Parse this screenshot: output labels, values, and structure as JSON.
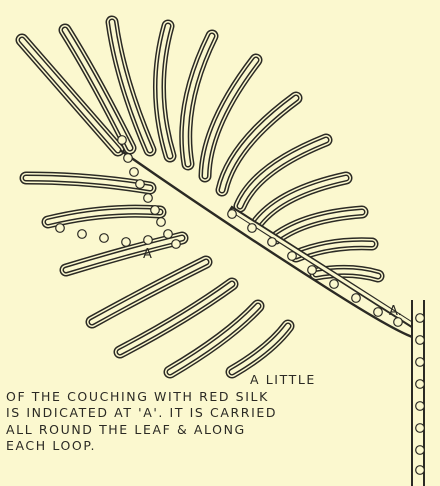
{
  "labels": {
    "a_left": "A",
    "a_right": "A."
  },
  "caption": {
    "line1": "A LITTLE",
    "line2": "OF THE COUCHING WITH RED SILK",
    "line3": "IS INDICATED AT 'A'. IT IS CARRIED",
    "line4": "ALL ROUND THE LEAF & ALONG",
    "line5": "EACH LOOP."
  },
  "colors": {
    "paper": "#fbf8cf",
    "ink": "#2b2a24"
  }
}
